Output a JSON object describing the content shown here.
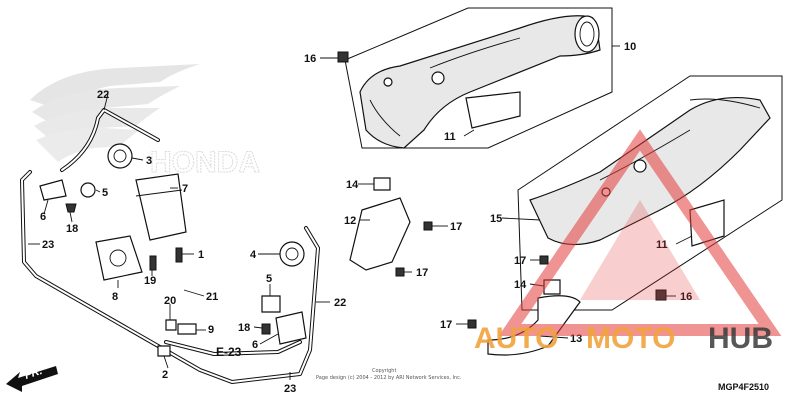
{
  "diagram": {
    "callouts": {
      "c1": "1",
      "c2": "2",
      "c3": "3",
      "c4": "4",
      "c5a": "5",
      "c5b": "5",
      "c6a": "6",
      "c6b": "6",
      "c7": "7",
      "c8": "8",
      "c9": "9",
      "c10": "10",
      "c11a": "11",
      "c11b": "11",
      "c12": "12",
      "c13": "13",
      "c14a": "14",
      "c14b": "14",
      "c15": "15",
      "c16a": "16",
      "c16b": "16",
      "c17a": "17",
      "c17b": "17",
      "c17c": "17",
      "c17d": "17",
      "c18a": "18",
      "c18b": "18",
      "c19": "19",
      "c20": "20",
      "c21": "21",
      "c22a": "22",
      "c22b": "22",
      "c23a": "23",
      "c23b": "23"
    },
    "section_ref": "E-23",
    "direction_label": "FR.",
    "copyright_line1": "Copyright",
    "copyright_line2": "Page design (c) 2004 - 2012 by ARI Network Services, Inc.",
    "diagram_code": "MGP4F2510",
    "bg_logo_text": "HONDA",
    "watermark": {
      "part1": "AUTO",
      "part2": "MOTO",
      "part3": "HUB"
    }
  },
  "colors": {
    "watermark_orange": "#f2a23c",
    "watermark_red": "#e23b3b",
    "watermark_dark": "#3a3a3a",
    "bg_logo_gray": "#d9d9d9"
  }
}
